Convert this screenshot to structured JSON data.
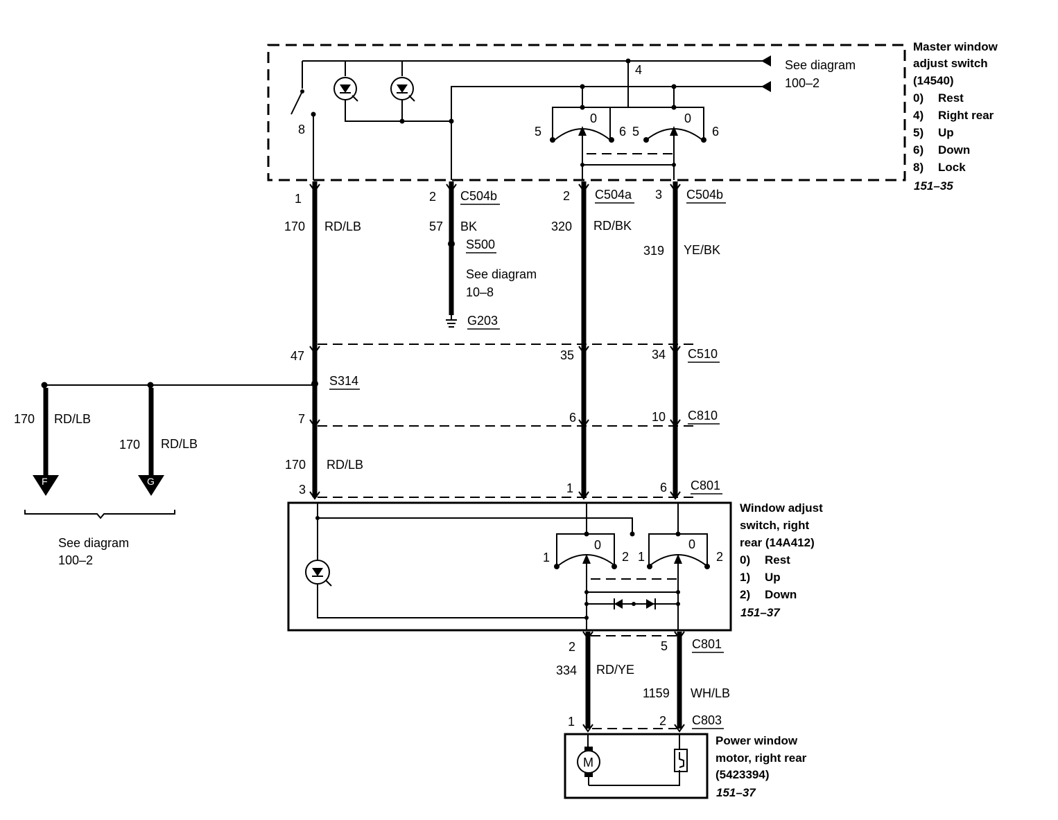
{
  "components": {
    "master_switch": {
      "lines": [
        "Master window",
        "adjust switch",
        "(14540)"
      ],
      "positions": [
        {
          "num": "0)",
          "label": "Rest"
        },
        {
          "num": "4)",
          "label": "Right rear"
        },
        {
          "num": "5)",
          "label": "Up"
        },
        {
          "num": "6)",
          "label": "Down"
        },
        {
          "num": "8)",
          "label": "Lock"
        }
      ],
      "ref": "151–35"
    },
    "rr_switch": {
      "lines": [
        "Window adjust",
        "switch, right",
        "rear (14A412)"
      ],
      "positions": [
        {
          "num": "0)",
          "label": "Rest"
        },
        {
          "num": "1)",
          "label": "Up"
        },
        {
          "num": "2)",
          "label": "Down"
        }
      ],
      "ref": "151–37"
    },
    "motor": {
      "lines": [
        "Power window",
        "motor, right rear",
        "(5423394)"
      ],
      "ref": "151–37",
      "symbol": "M"
    }
  },
  "see_diagram": {
    "top": {
      "text": "See diagram",
      "ref": "100–2"
    },
    "ground": {
      "text": "See diagram",
      "ref": "10–8"
    },
    "left": {
      "text": "See diagram",
      "ref": "100–2"
    }
  },
  "connectors": {
    "c504b_left": "C504b",
    "c504a": "C504a",
    "c504b_right": "C504b",
    "s500": "S500",
    "g203": "G203",
    "c510": "C510",
    "s314": "S314",
    "c810": "C810",
    "c801_top": "C801",
    "c801_bottom": "C801",
    "c803": "C803"
  },
  "wires": {
    "w170": {
      "circuit": "170",
      "color": "RD/LB"
    },
    "w57": {
      "circuit": "57",
      "color": "BK"
    },
    "w320": {
      "circuit": "320",
      "color": "RD/BK"
    },
    "w319": {
      "circuit": "319",
      "color": "YE/BK"
    },
    "w170_lower": {
      "circuit": "170",
      "color": "RD/LB"
    },
    "w170_f": {
      "circuit": "170",
      "color": "RD/LB"
    },
    "w170_g": {
      "circuit": "170",
      "color": "RD/LB"
    },
    "w334": {
      "circuit": "334",
      "color": "RD/YE"
    },
    "w1159": {
      "circuit": "1159",
      "color": "WH/LB"
    }
  },
  "pins": {
    "p8": "8",
    "p4": "4",
    "sw5a": "5",
    "sw0a": "0",
    "sw6a": "6",
    "sw5b": "5",
    "sw0b": "0",
    "sw6b": "6",
    "c504b_1": "1",
    "c504b_2": "2",
    "c504a_2": "2",
    "c504b_3": "3",
    "c510_47": "47",
    "c510_35": "35",
    "c510_34": "34",
    "c810_7": "7",
    "c810_6": "6",
    "c810_10": "10",
    "c801_3": "3",
    "c801_1": "1",
    "c801_6": "6",
    "rsw1a": "1",
    "rsw0a": "0",
    "rsw2a": "2",
    "rsw1b": "1",
    "rsw0b": "0",
    "rsw2b": "2",
    "c801_2": "2",
    "c801_5": "5",
    "c803_1": "1",
    "c803_2": "2"
  },
  "off_page": {
    "f": "F",
    "g": "G"
  }
}
